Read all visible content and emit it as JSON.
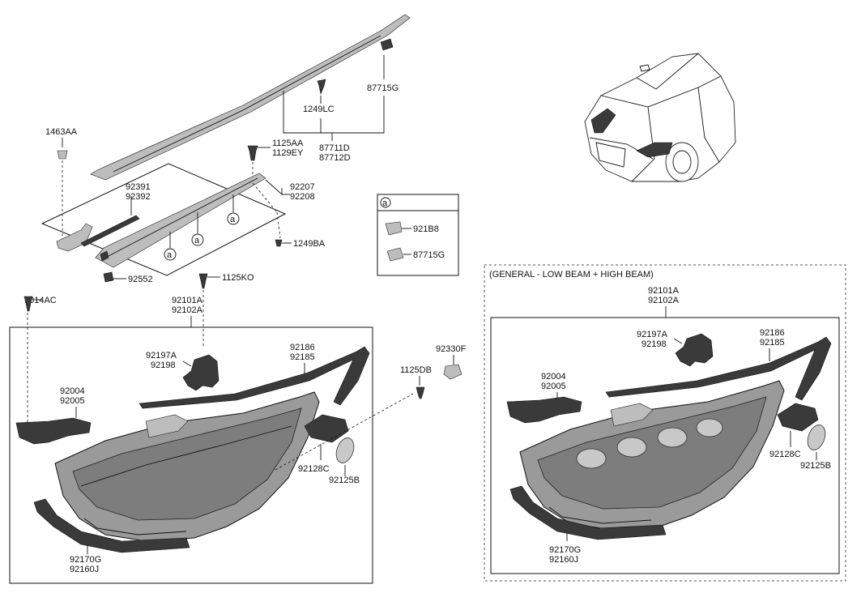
{
  "labels": {
    "p1463aa": "1463AA",
    "p1249lc": "1249LC",
    "p87715g_top": "87715G",
    "p87711d": "87711D",
    "p87712d": "87712D",
    "p1125aa": "1125AA",
    "p1129ey": "1129EY",
    "p92207": "92207",
    "p92208": "92208",
    "p92391": "92391",
    "p92392": "92392",
    "p1249ba": "1249BA",
    "p92552": "92552",
    "p1125ko": "1125KO",
    "p1014ac": "1014AC",
    "p92101a_l": "92101A",
    "p92102a_l": "92102A",
    "p92197a_l": "92197A",
    "p92198_l": "92198",
    "p92186_l": "92186",
    "p92185_l": "92185",
    "p92004_l": "92004",
    "p92005_l": "92005",
    "p92128c_l": "92128C",
    "p92125b_l": "92125B",
    "p92170g_l": "92170G",
    "p92160j_l": "92160J",
    "p92330f": "92330F",
    "p1125db": "1125DB",
    "p92101a_r": "92101A",
    "p92102a_r": "92102A",
    "p92197a_r": "92197A",
    "p92198_r": "92198",
    "p92186_r": "92186",
    "p92185_r": "92185",
    "p92004_r": "92004",
    "p92005_r": "92005",
    "p92128c_r": "92128C",
    "p92125b_r": "92125B",
    "p92170g_r": "92170G",
    "p92160j_r": "92160J"
  },
  "legend": {
    "marker": "a",
    "item1": "921B8",
    "item2": "87715G"
  },
  "markers": {
    "a": "a"
  },
  "variant_title": "(GENERAL - LOW BEAM + HIGH BEAM)"
}
